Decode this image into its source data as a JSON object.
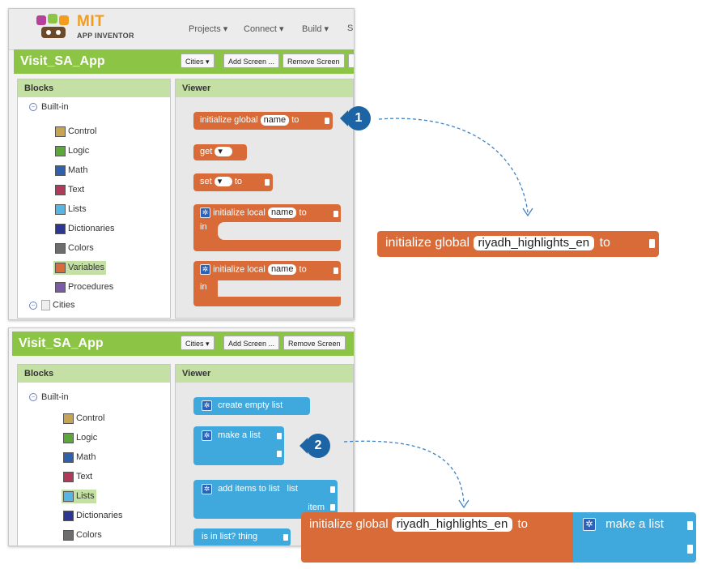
{
  "app": {
    "logo_top": "MIT",
    "logo_bottom": "APP INVENTOR",
    "menu": [
      "Projects ▾",
      "Connect ▾",
      "Build ▾",
      "S"
    ]
  },
  "project": {
    "title": "Visit_SA_App",
    "buttons": [
      "Cities ▾",
      "Add Screen ...",
      "Remove Screen"
    ]
  },
  "panels": {
    "blocks_header": "Blocks",
    "viewer_header": "Viewer"
  },
  "tree": {
    "built_in": "Built-in",
    "items_top": [
      {
        "label": "Control",
        "color": "#c8a450"
      },
      {
        "label": "Logic",
        "color": "#5ba73a"
      },
      {
        "label": "Math",
        "color": "#2f5fad"
      },
      {
        "label": "Text",
        "color": "#b13a5b"
      },
      {
        "label": "Lists",
        "color": "#57b5e4"
      },
      {
        "label": "Dictionaries",
        "color": "#2d3595"
      },
      {
        "label": "Colors",
        "color": "#6d6d6d"
      },
      {
        "label": "Variables",
        "color": "#d96b38"
      },
      {
        "label": "Procedures",
        "color": "#7a5ba7"
      }
    ],
    "cities": "Cities",
    "items_bottom": [
      {
        "label": "Control",
        "color": "#c8a450"
      },
      {
        "label": "Logic",
        "color": "#5ba73a"
      },
      {
        "label": "Math",
        "color": "#2f5fad"
      },
      {
        "label": "Text",
        "color": "#b13a5b"
      },
      {
        "label": "Lists",
        "color": "#57b5e4"
      },
      {
        "label": "Dictionaries",
        "color": "#2d3595"
      },
      {
        "label": "Colors",
        "color": "#6d6d6d"
      }
    ]
  },
  "variable_blocks": {
    "init_global": "initialize global",
    "name": "name",
    "to": "to",
    "get": "get",
    "set": "set",
    "init_local": "initialize local",
    "in": "in"
  },
  "list_blocks": {
    "create_empty": "create empty list",
    "make_list": "make a list",
    "add_items": "add items to list",
    "list": "list",
    "item": "item",
    "is_in_list": "is in list? thing"
  },
  "results": {
    "step1": {
      "prefix": "initialize global",
      "name": "riyadh_highlights_en",
      "to": "to"
    },
    "step2": {
      "prefix": "initialize global",
      "name": "riyadh_highlights_en",
      "to": "to",
      "make": "make a list"
    }
  },
  "callouts": {
    "one": "1",
    "two": "2"
  },
  "colors": {
    "variables": "#d96b38",
    "lists": "#3fa9dd",
    "callout": "#1d64a5",
    "green": "#8cc446"
  }
}
